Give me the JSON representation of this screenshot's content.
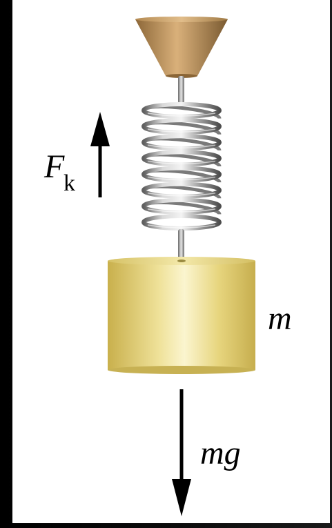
{
  "labels": {
    "spring_force_symbol": "F",
    "spring_force_subscript": "k",
    "mass_symbol": "m",
    "weight": "mg"
  },
  "colors": {
    "background": "#ffffff",
    "frame": "#000000",
    "mount": "#c69a5f",
    "spring_metal": "#b9b9b9",
    "mass_gold": "#e5d67f",
    "arrow": "#000000"
  },
  "icons": {
    "spring_force_arrow": "arrow-up",
    "weight_arrow": "arrow-down"
  }
}
